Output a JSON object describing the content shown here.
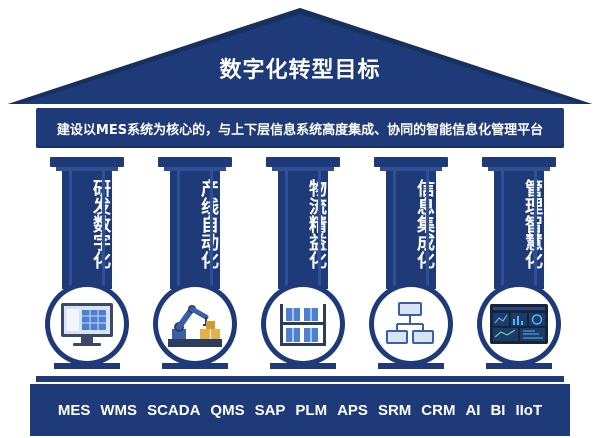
{
  "title": "数字化转型目标",
  "beam": "建设以MES系统为核心的，与上下层信息系统高度集成、协同的智能信息化管理平台",
  "pillars": [
    {
      "label": "研发数字化",
      "icon": "monitor-blueprint-icon"
    },
    {
      "label": "产线自动化",
      "icon": "robot-arm-icon"
    },
    {
      "label": "物流精益化",
      "icon": "warehouse-shelf-icon"
    },
    {
      "label": "信息集成化",
      "icon": "network-hierarchy-icon"
    },
    {
      "label": "管理智慧化",
      "icon": "dashboard-screen-icon"
    }
  ],
  "systems": [
    "MES",
    "WMS",
    "SCADA",
    "QMS",
    "SAP",
    "PLM",
    "APS",
    "SRM",
    "CRM",
    "AI",
    "BI",
    "IIoT"
  ],
  "colors": {
    "primary": "#1e3a78",
    "accent": "#2f5096",
    "background": "#ffffff"
  }
}
